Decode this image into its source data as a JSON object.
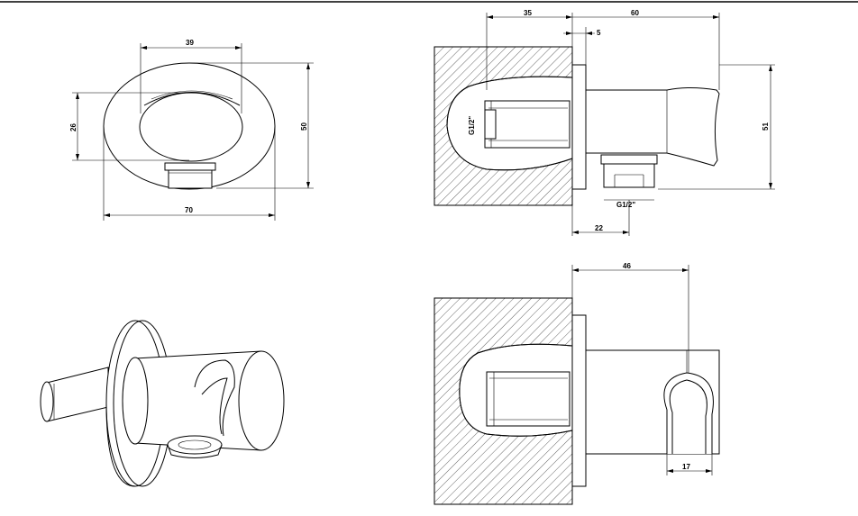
{
  "front_view": {
    "dim_width": "39",
    "dim_height_inner": "26",
    "dim_height_outer": "50",
    "dim_overall_width": "70"
  },
  "side_view": {
    "dim_wall_depth": "35",
    "dim_projection": "60",
    "dim_plate": "5",
    "dim_height": "51",
    "thread_label_inlet": "G1/2\"",
    "thread_label_outlet": "G1/2\"",
    "dim_outlet_offset": "22"
  },
  "top_view": {
    "dim_projection": "46",
    "dim_holder_width": "17"
  }
}
